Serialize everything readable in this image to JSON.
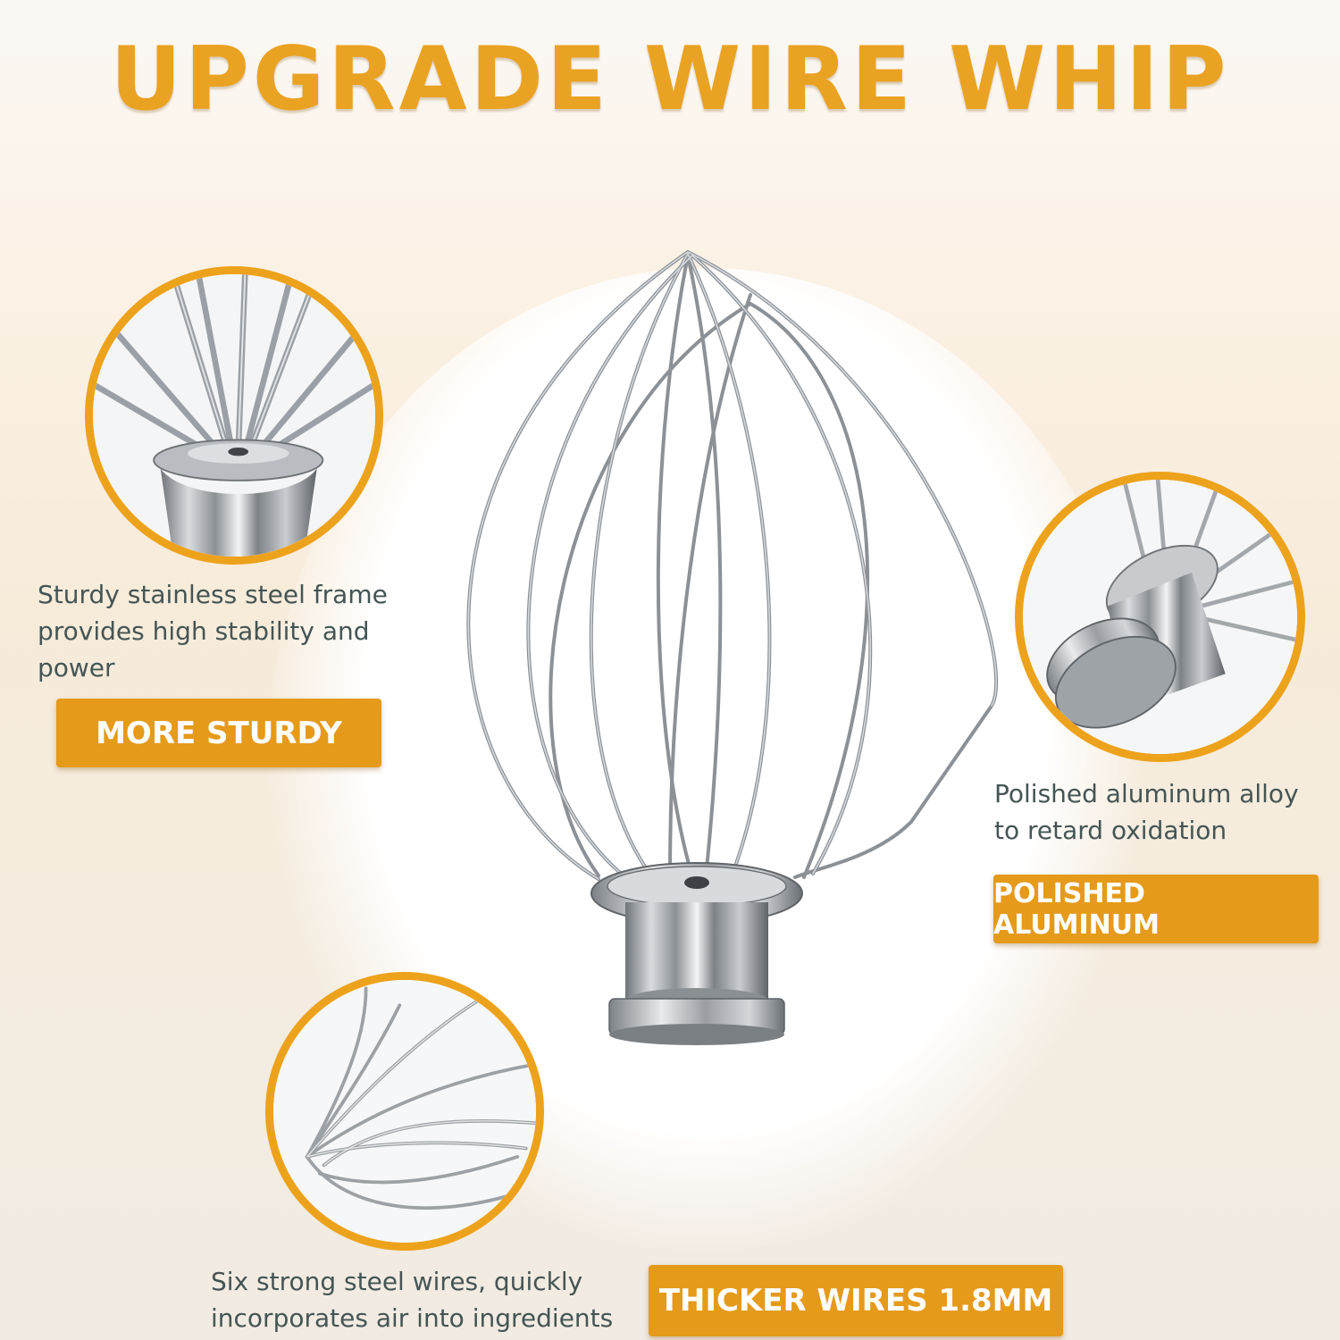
{
  "title": "UPGRADE WIRE WHIP",
  "features": [
    {
      "description": "Sturdy stainless steel frame\nprovides high stability and\npower",
      "badge": "MORE STURDY"
    },
    {
      "description": "Polished aluminum alloy\n to retard oxidation",
      "badge": "POLISHED ALUMINUM"
    },
    {
      "description": "Six strong steel wires, quickly\nincorporates air into ingredients",
      "badge": "THICKER WIRES 1.8MM"
    }
  ],
  "colors": {
    "accent": "#eda21c",
    "badge": "#e59a1a",
    "title": "#eaa222",
    "text": "#455554"
  }
}
